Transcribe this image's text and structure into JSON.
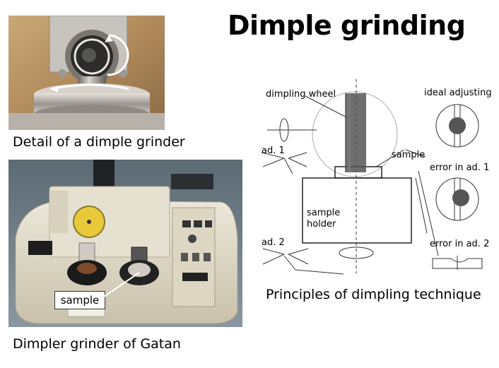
{
  "slide": {
    "title": "Dimple grinding",
    "captions": {
      "detail": "Detail of a dimple grinder",
      "gatan": "Dimpler grinder of Gatan",
      "principles": "Principles of dimpling technique"
    },
    "sample_callout": "sample"
  },
  "diagram": {
    "labels": {
      "wheel": "dimpling wheel",
      "ideal": "ideal adjusting",
      "sample": "sample",
      "error1": "error in ad. 1",
      "error2": "error in ad. 2",
      "ad1": "ad. 1",
      "ad2": "ad. 2",
      "holder": "sample\nholder"
    }
  },
  "colors": {
    "background": "#ffffff",
    "text": "#000000",
    "gauge": "#e8c93a",
    "device_body": "#d9d2bf"
  }
}
